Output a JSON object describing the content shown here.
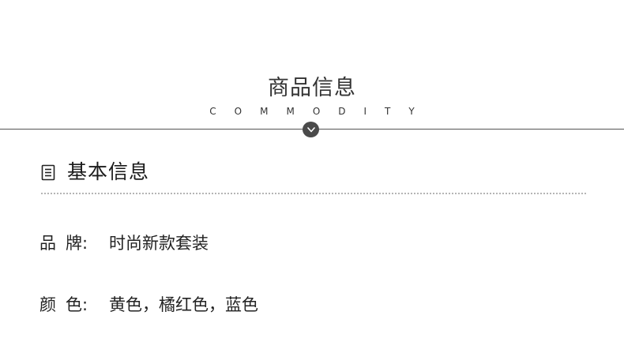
{
  "section": {
    "title": "商品信息",
    "subtitle": "COMMODITY"
  },
  "card": {
    "title": "基本信息",
    "icon": "document-icon"
  },
  "rows": [
    {
      "label_char1": "品",
      "label_char2": "牌:",
      "value": "时尚新款套装"
    },
    {
      "label_char1": "颜",
      "label_char2": "色:",
      "value": "黄色，橘红色，蓝色"
    }
  ],
  "colors": {
    "text": "#222222",
    "divider": "#555555",
    "badge": "#4a4a4a",
    "dots": "#b5b5b5"
  }
}
